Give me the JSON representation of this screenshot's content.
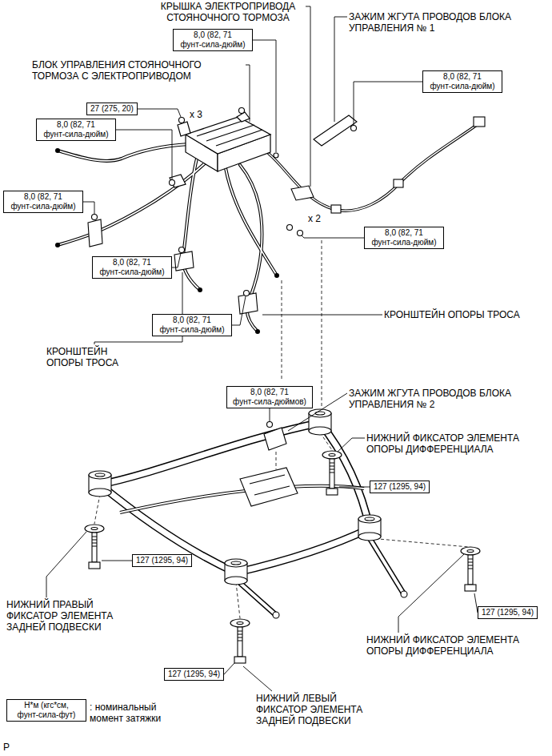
{
  "diagram": {
    "nodes": [
      {
        "text": [
          "8,0 (82, 71 фунт-сила-дюйм)"
        ]
      },
      {
        "text": [
          "8,0 (82, 71 фунт-сила-дюйм)"
        ]
      },
      {
        "text": [
          "27 (275, 20)"
        ]
      },
      {
        "text": [
          "8,0 (82, 71 фунт-сила-дюйм)"
        ]
      },
      {
        "text": [
          "8,0 (82, 71 фунт-сила-дюйм)"
        ]
      },
      {
        "text": [
          "8,0 (82, 71 фунт-сила-дюйм)"
        ]
      },
      {
        "text": [
          "8,0 (82, 71 фунт-сила-дюйм)"
        ]
      },
      {
        "text": [
          "8,0 (82, 71 фунт-сила-дюйм)"
        ]
      },
      {
        "text": [
          "8,0 (82, 71 фунт-сила-дюймов)"
        ]
      },
      {
        "text": [
          "127 (1295, 94)"
        ]
      },
      {
        "text": [
          "127 (1295, 94)"
        ]
      },
      {
        "text": [
          "127 (1295, 94)"
        ]
      },
      {
        "text": [
          "127 (1295, 94)"
        ]
      },
      {
        "text": [
          "Н*м (кгс*см, фунт-сила-фут)"
        ]
      }
    ],
    "labels": [
      "КРЫШКА ЭЛЕКТРОПРИВОДА СТОЯНОЧНОГО ТОРМОЗА",
      "ЗАЖИМ ЖГУТА ПРОВОДОВ БЛОКА УПРАВЛЕНИЯ № 1",
      "БЛОК УПРАВЛЕНИЯ СТОЯНОЧНОГО ТОРМОЗА С ЭЛЕКТРОПРИВОДОМ",
      "x 3",
      "x 2",
      "КРОНШТЕЙН ОПОРЫ ТРОСА",
      "КРОНШТЕЙН ОПОРЫ ТРОСА",
      "ЗАЖИМ ЖГУТА ПРОВОДОВ БЛОКА УПРАВЛЕНИЯ № 2",
      "НИЖНИЙ ФИКСАТОР ЭЛЕМЕНТА ОПОРЫ ДИФФЕРЕНЦИАЛА",
      "НИЖНИЙ ПРАВЫЙ ФИКСАТОР ЭЛЕМЕНТА ЗАДНЕЙ ПОДВЕСКИ",
      "НИЖНИЙ ФИКСАТОР ЭЛЕМЕНТА ОПОРЫ ДИФФЕРЕНЦИАЛА",
      "НИЖНИЙ ЛЕВЫЙ ФИКСАТОР ЭЛЕМЕНТА ЗАДНЕЙ ПОДВЕСКИ",
      "P"
    ],
    "legend": [
      {
        "text": ": номинальный момент затяжки"
      }
    ]
  }
}
